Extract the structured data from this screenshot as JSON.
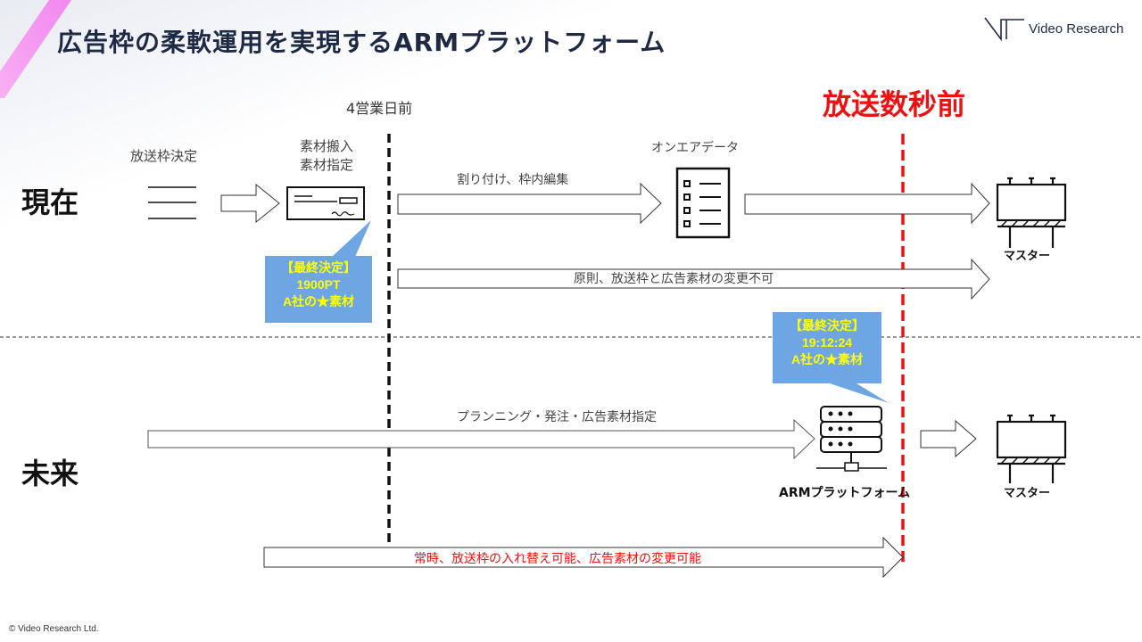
{
  "header": {
    "title": "広告枠の柔軟運用を実現するARMプラットフォーム",
    "logo_text": "Video Research"
  },
  "timeline": {
    "marker_4days": "4営業日前",
    "marker_seconds": "放送数秒前"
  },
  "rows": {
    "current": {
      "label": "現在",
      "step_schedule": "放送枠決定",
      "step_material_line1": "素材搬入",
      "step_material_line2": "素材指定",
      "onair_label": "オンエアデータ",
      "arrow_assign": "割り付け、枠内編集",
      "arrow_rule": "原則、放送枠と広告素材の変更不可",
      "master_label": "マスター",
      "callout": {
        "line1": "【最終決定】",
        "line2": "1900PT",
        "line3": "A社の★素材"
      }
    },
    "future": {
      "label": "未来",
      "arrow_planning": "プランニング・発注・広告素材指定",
      "platform_label": "ARMプラットフォーム",
      "master_label": "マスター",
      "arrow_always": "常時、放送枠の入れ替え可能、広告素材の変更可能",
      "callout": {
        "line1": "【最終決定】",
        "line2": "19:12:24",
        "line3": "A社の★素材"
      }
    }
  },
  "colors": {
    "accent_red": "#ee1111",
    "callout_bg": "#6ea6e4",
    "callout_text": "#ffff00",
    "title": "#1e2a44"
  },
  "footer": {
    "copyright": "© Video Research  Ltd."
  }
}
